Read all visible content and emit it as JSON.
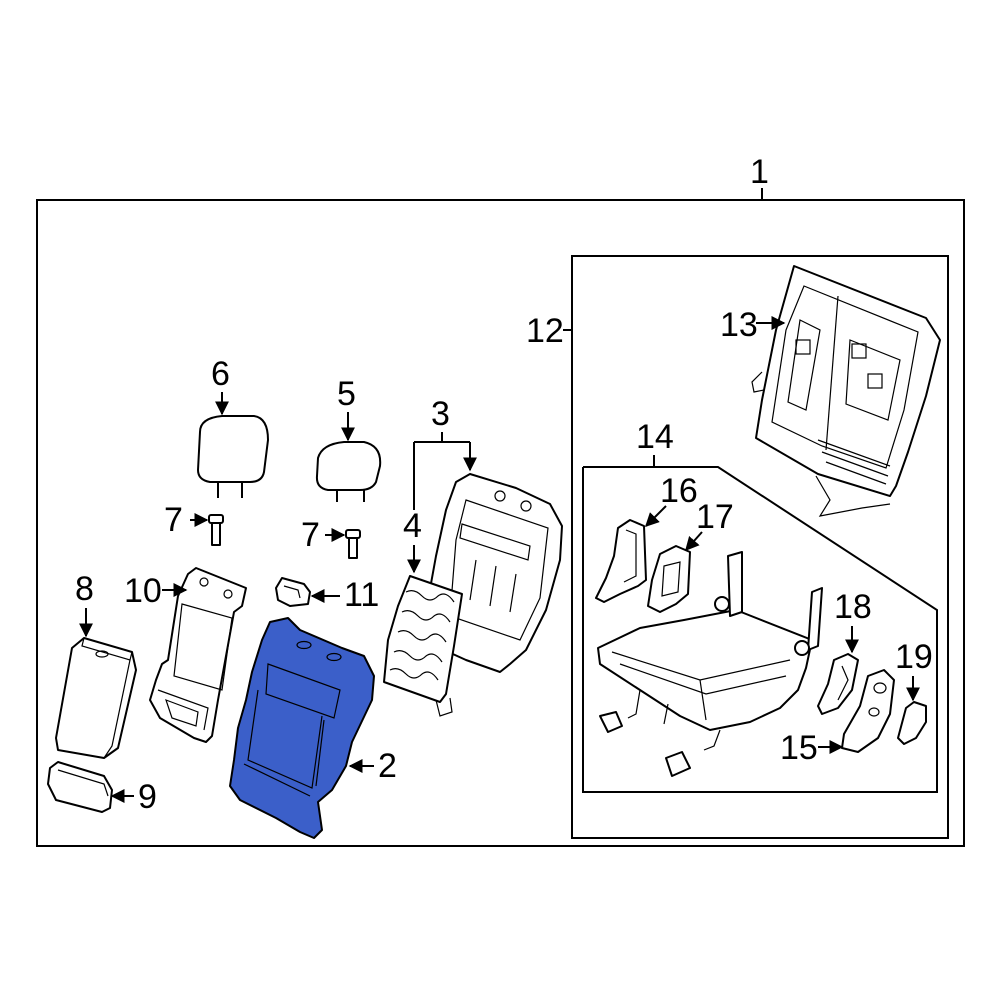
{
  "diagram": {
    "highlight_color": "#3b5fc9",
    "callouts": {
      "c1": "1",
      "c2": "2",
      "c3": "3",
      "c4": "4",
      "c5": "5",
      "c6": "6",
      "c7a": "7",
      "c7b": "7",
      "c8": "8",
      "c9": "9",
      "c10": "10",
      "c11": "11",
      "c12": "12",
      "c13": "13",
      "c14": "14",
      "c15": "15",
      "c16": "16",
      "c17": "17",
      "c18": "18",
      "c19": "19"
    }
  }
}
